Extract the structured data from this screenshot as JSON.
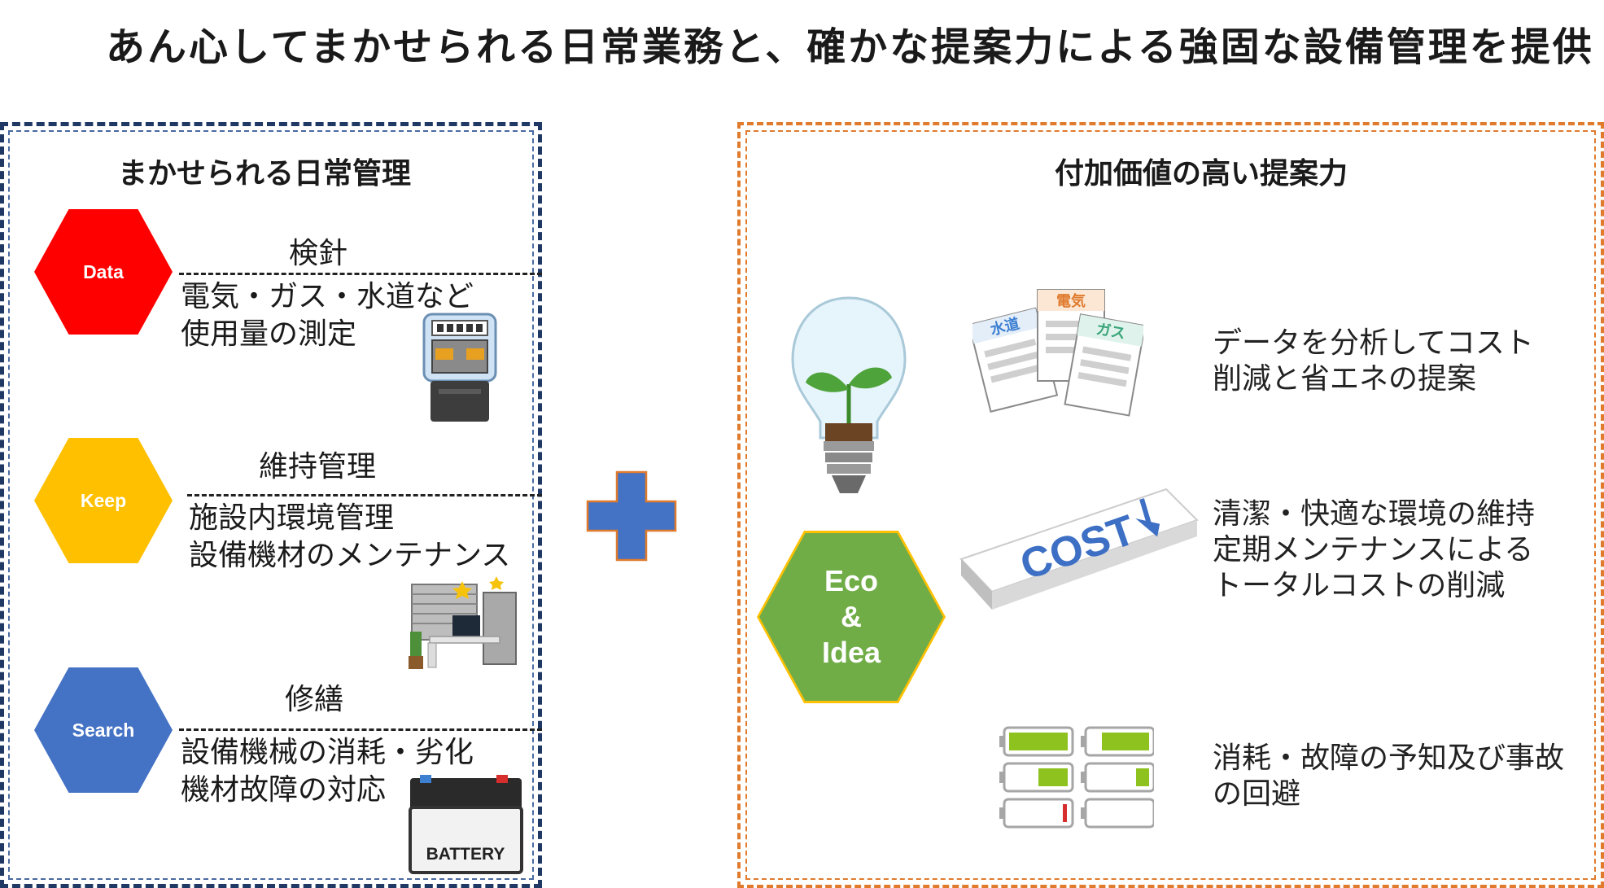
{
  "title": "あん心してまかせられる日常業務と、確かな提案力による強固な設備管理を提供",
  "left_panel": {
    "title": "まかせられる日常管理",
    "sections": [
      {
        "badge": "Data",
        "badge_color": "#ff0000",
        "label": "検針",
        "desc": [
          "電気・ガス・水道など",
          "使用量の測定"
        ],
        "illustration": "electric-meter-icon"
      },
      {
        "badge": "Keep",
        "badge_color": "#ffc000",
        "label": "維持管理",
        "desc": [
          "施設内環境管理",
          "設備機材のメンテナンス"
        ],
        "illustration": "office-clean-icon"
      },
      {
        "badge": "Search",
        "badge_color": "#4472c4",
        "label": "修繕",
        "desc": [
          "設備機械の消耗・劣化",
          "機材故障の対応"
        ],
        "illustration": "battery-icon"
      }
    ]
  },
  "plus": {
    "color": "#4472c4",
    "icon": "plus-icon"
  },
  "right_panel": {
    "title": "付加価値の高い提案力",
    "center_badge": {
      "lines": [
        "Eco",
        "&",
        "Idea"
      ],
      "color": "#70ad47",
      "border": "#ffc000"
    },
    "items": [
      {
        "lines": [
          "データを分析してコスト",
          "削減と省エネの提案"
        ],
        "illustration": "utility-bills-icon"
      },
      {
        "lines": [
          "清潔・快適な環境の維持",
          "定期メンテナンスによる",
          "トータルコストの削減"
        ],
        "illustration": "cost-down-icon"
      },
      {
        "lines": [
          "消耗・故障の予知及び事故",
          "の回避"
        ],
        "illustration": "battery-levels-icon"
      }
    ],
    "bill_labels": [
      "水道",
      "電気",
      "ガス"
    ],
    "cost_label": "COST",
    "battery_label": "BATTERY"
  }
}
